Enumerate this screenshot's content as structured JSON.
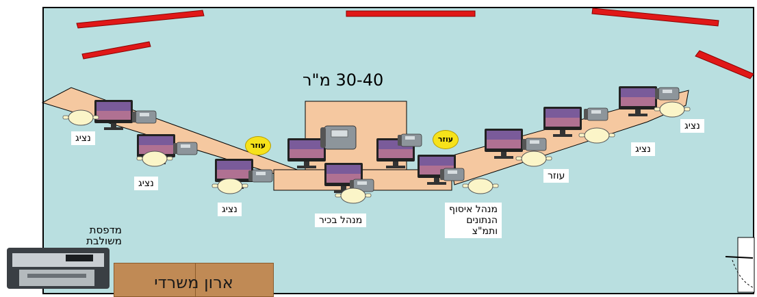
{
  "room": {
    "area_label": "30-40 מ\"ר",
    "fill": "#b9dfe0",
    "desk_fill": "#f5c8a0",
    "window_color": "#e01818"
  },
  "desks": {
    "helper_badges": [
      "עוזר",
      "עוזר"
    ],
    "labels": {
      "rep_left_top": "נציג",
      "rep_left_mid": "נציג",
      "rep_left_bottom": "נציג",
      "manager": "מנהל בכיר",
      "data_manager_lines": [
        "מנהל איסוף",
        "הנתונים",
        "ותמ\"צ"
      ],
      "helper_right": "עוזר",
      "rep_right_mid": "נציג",
      "rep_right_far": "נציג"
    }
  },
  "furniture": {
    "printer_label_lines": [
      "מדפסת",
      "משולבת"
    ],
    "cabinet_label": "ארון משרדי"
  },
  "icons": [
    "monitor-icon",
    "desk-phone-icon",
    "office-chair-icon",
    "printer-icon",
    "door-icon"
  ]
}
